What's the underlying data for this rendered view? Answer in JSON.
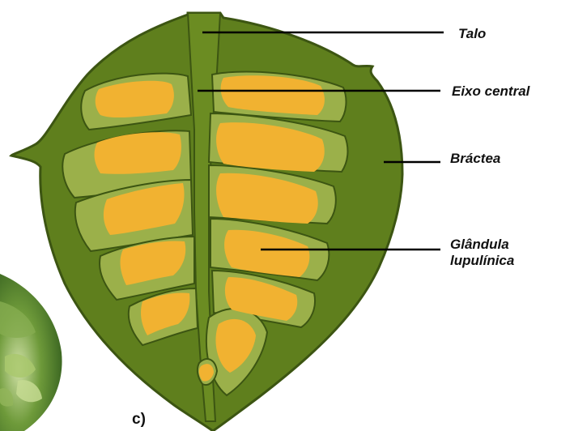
{
  "labels": {
    "talo": "Talo",
    "eixo_central": "Eixo central",
    "bractea": "Bráctea",
    "glandula_line1": "Glândula",
    "glandula_line2": "lupulínica"
  },
  "panel_label": "c)",
  "colors": {
    "bract_dark": "#5f7f1d",
    "bract_outline": "#3c5512",
    "segment_light": "#9bb04a",
    "gland_yellow": "#f1b231",
    "photo_green": "#4f7a2a",
    "leader_line": "#000000"
  }
}
